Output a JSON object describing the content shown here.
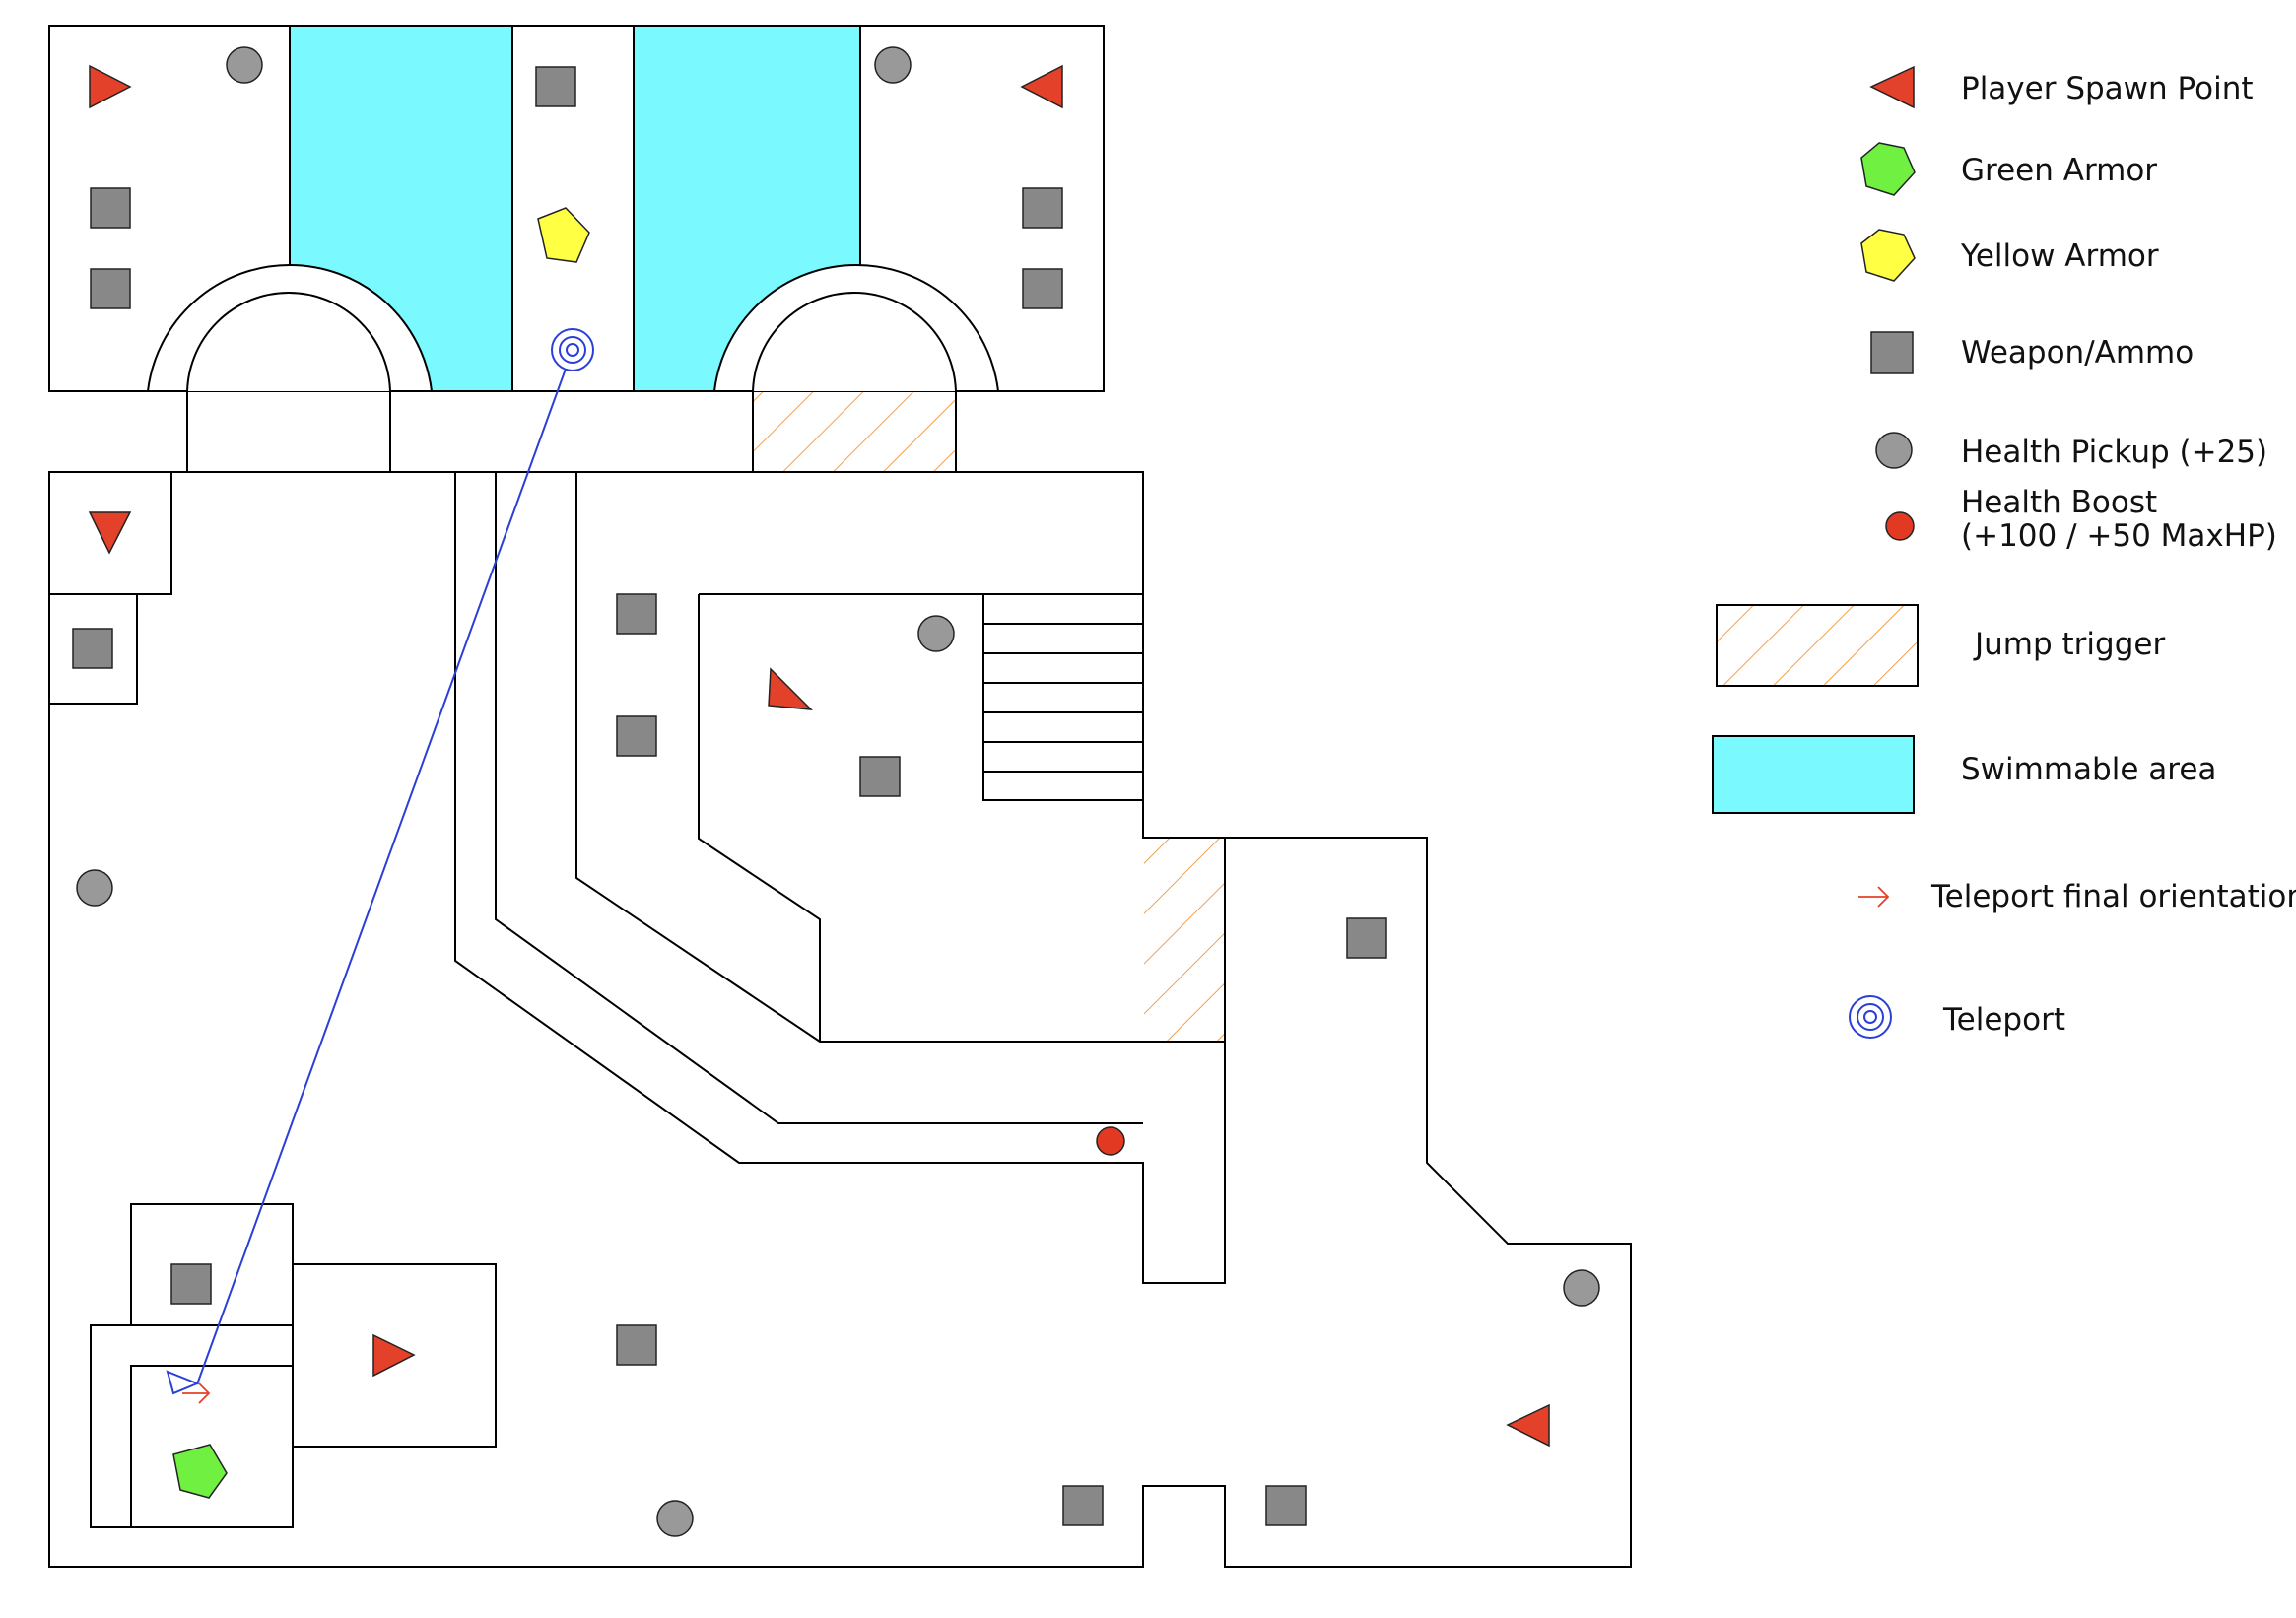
{
  "legend": {
    "spawn": "Player Spawn Point",
    "green_armor": "Green Armor",
    "yellow_armor": "Yellow Armor",
    "weapon_ammo": "Weapon/Ammo",
    "health_pickup": "Health Pickup (+25)",
    "health_boost_line1": "Health Boost",
    "health_boost_line2": "(+100 / +50 MaxHP)",
    "jump_trigger": "Jump trigger",
    "swimmable": "Swimmable area",
    "teleport_orientation": "Teleport final orientation",
    "teleport": "Teleport"
  },
  "colors": {
    "spawn": "#e4412a",
    "green_armor": "#70f040",
    "yellow_armor": "#ffff44",
    "item": "#888888",
    "health_boost": "#e23a22",
    "water": "#7afaff",
    "jump_hatch": "#f0a050",
    "teleport": "#2a3fd8"
  }
}
